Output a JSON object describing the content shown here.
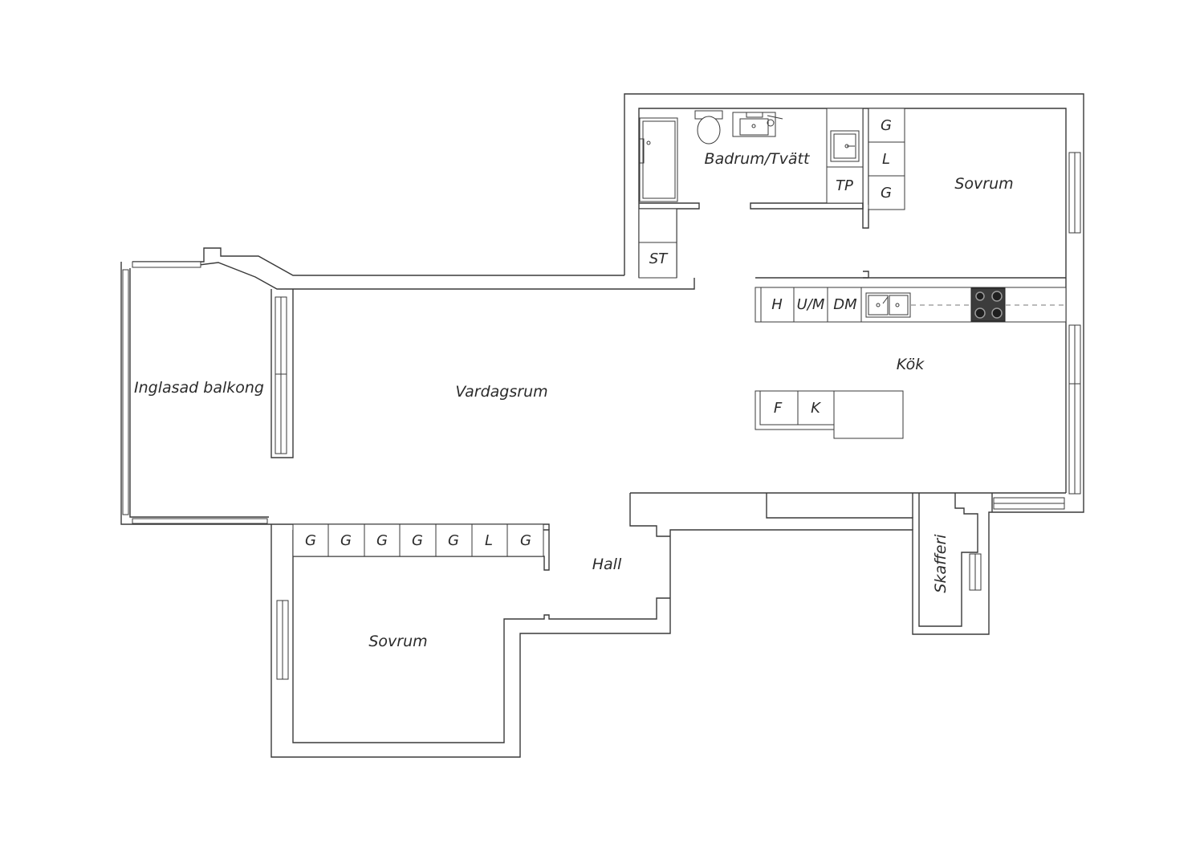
{
  "rooms": {
    "badrum": "Badrum/Tvätt",
    "sovrum_top": "Sovrum",
    "inglasad_balkong": "Inglasad balkong",
    "vardagsrum": "Vardagsrum",
    "kok": "Kök",
    "hall": "Hall",
    "sovrum_bottom": "Sovrum",
    "skafferi": "Skafferi"
  },
  "labels": {
    "st": "ST",
    "tp": "TP",
    "h": "H",
    "um": "U/M",
    "dm": "DM",
    "f": "F",
    "k": "K"
  },
  "wardrobe_top": [
    "G",
    "L",
    "G"
  ],
  "wardrobe_bottom": [
    "G",
    "G",
    "G",
    "G",
    "G",
    "L",
    "G"
  ]
}
